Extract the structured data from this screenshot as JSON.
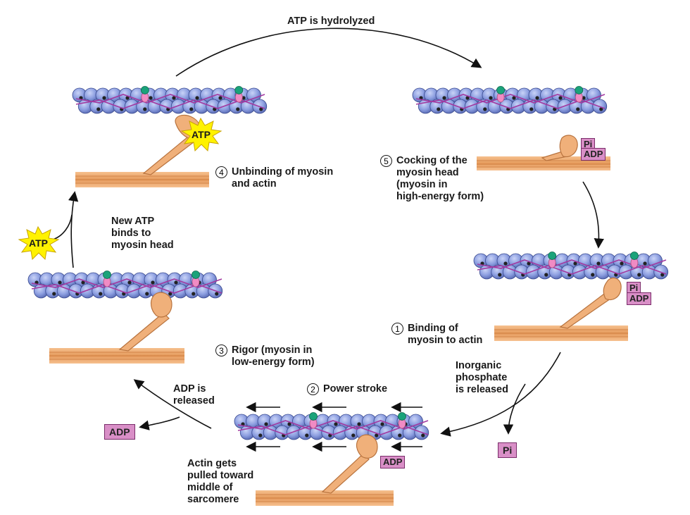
{
  "title": "ATP is hydrolyzed",
  "steps": {
    "s1": {
      "num": "1",
      "text": "Binding of\nmyosin to actin"
    },
    "s2": {
      "num": "2",
      "text": "Power stroke"
    },
    "s3": {
      "num": "3",
      "text": "Rigor (myosin in\nlow-energy form)"
    },
    "s4": {
      "num": "4",
      "text": "Unbinding of myosin\nand actin"
    },
    "s5": {
      "num": "5",
      "text": "Cocking of the\nmyosin head\n(myosin in\nhigh-energy form)"
    }
  },
  "annotations": {
    "new_atp": "New ATP\nbinds to\nmyosin head",
    "adp_released": "ADP is\nreleased",
    "pi_released": "Inorganic\nphosphate\nis released",
    "actin_pulled": "Actin gets\npulled toward\nmiddle of\nsarcomere"
  },
  "molecules": {
    "atp": "ATP",
    "adp": "ADP",
    "pi": "Pi"
  },
  "colors": {
    "actin": "#8c9ee0",
    "myosin": "#f0b07a",
    "tropomyosin": "#a23aa0",
    "phosphate_tag": "#d98fc7",
    "atp_burst": "#fff200"
  }
}
